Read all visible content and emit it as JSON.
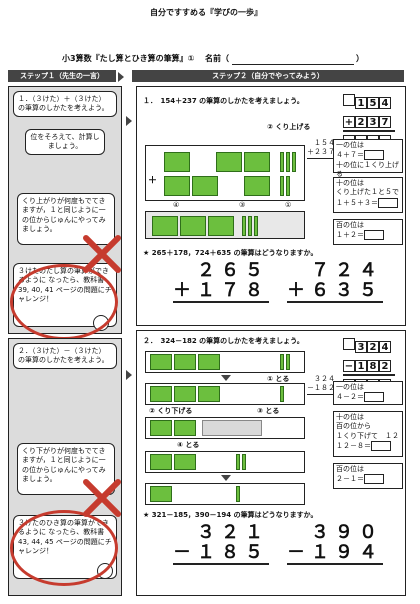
{
  "header": {
    "title": "自分ですすめる『学びの一歩』",
    "unit": "小3算数『たし算とひき算の筆算』①",
    "name_label": "名前（",
    "name_close": "）"
  },
  "steps": {
    "step1": "ステップ１（先生の一言）",
    "step2": "ステップ２（自分でやってみよう）"
  },
  "left_top": {
    "q": "１．（３けた）＋（３けた）の筆算のしかたを考えよう。",
    "bubble1": "位をそろえて、計算しましょう。",
    "bubble2": "くり上がりが何度もでてきますが，１と同じように一の位からじゅんにやってみましょう。",
    "bubble3": "３けたのたし算の筆算ができるように なったら、教科書 39, 40, 41 ページの問題にチャレンジ！"
  },
  "left_bottom": {
    "q": "２．（３けた）－（３けた）の筆算のしかたを考えよう。",
    "bubble1": "くり下がりが何度もでてきますが，１と同じように一の位からじゅんにやってみましょう。",
    "bubble2": "３けたのひき算の筆算ができるように なったら、教科書 43, 44, 45 ページの問題にチャレンジ！"
  },
  "right_top": {
    "q": "１．　154＋237 の筆算のしかたを考えましょう。",
    "grid_top": [
      "",
      "1",
      "5",
      "4"
    ],
    "grid_bottom": [
      "+",
      "2",
      "3",
      "7"
    ],
    "carry_label": "② くり上げる",
    "plus_sign": "＋",
    "labels_row": [
      "④",
      "③",
      "①"
    ],
    "mini_calc": [
      "１５４",
      "＋２３７"
    ],
    "notes": [
      {
        "title": "一の位は",
        "line": "４＋７＝",
        "tail": "十の位に１くり上げる"
      },
      {
        "title": "十の位は",
        "line": "くり上げた１と５で",
        "line2": "１＋５＋３＝"
      },
      {
        "title": "百の位は",
        "line": "１＋２＝"
      }
    ],
    "star": "★ 265＋178，724＋635 の筆算はどうなりますか。",
    "p1": [
      "２６５",
      "＋１７８"
    ],
    "p2": [
      "７２４",
      "＋６３５"
    ]
  },
  "right_bottom": {
    "q": "２．　324－182 の筆算のしかたを考えましょう。",
    "grid_top": [
      "",
      "3",
      "2",
      "4"
    ],
    "grid_bottom": [
      "−",
      "1",
      "8",
      "2"
    ],
    "labels": [
      "① とる",
      "② くり下げる",
      "③ とる",
      "④ とる"
    ],
    "mini_calc": [
      "３２４",
      "－１８２"
    ],
    "notes": [
      {
        "title": "一の位は",
        "line": "４－２＝"
      },
      {
        "title": "十の位は",
        "line": "百の位から",
        "line2": "１くり下げて　１２",
        "line3": "１２－８＝"
      },
      {
        "title": "百の位は",
        "line": "２－１＝"
      }
    ],
    "star": "★ 321－185，390－194 の筆算はどうなりますか。",
    "p1": [
      "３２１",
      "－１８５"
    ],
    "p2": [
      "３９０",
      "－１９４"
    ]
  },
  "colors": {
    "green": "#6cbf3e",
    "red": "#c63b2e",
    "tab": "#444444"
  }
}
